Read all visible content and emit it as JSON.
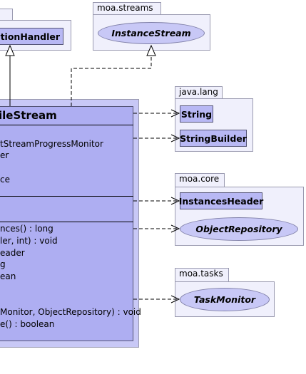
{
  "packages": {
    "moa_streams": "moa.streams",
    "java_lang": "java.lang",
    "moa_core": "moa.core",
    "moa_tasks": "moa.tasks"
  },
  "classes": {
    "option_handler": "OptionHandler",
    "instance_stream": "InstanceStream",
    "string": "String",
    "string_builder": "StringBuilder",
    "instances_header": "InstancesHeader",
    "object_repository": "ObjectRepository",
    "task_monitor": "TaskMonitor"
  },
  "main_class": {
    "title": "ileStream",
    "attributes": [
      "tStreamProgressMonitor",
      "er",
      "",
      "ce"
    ],
    "methods": [
      "nces() : long",
      "ler, int) : void",
      "eader",
      "g",
      "ean",
      "",
      "",
      "Monitor, ObjectRepository) : void",
      "e() : boolean"
    ]
  }
}
